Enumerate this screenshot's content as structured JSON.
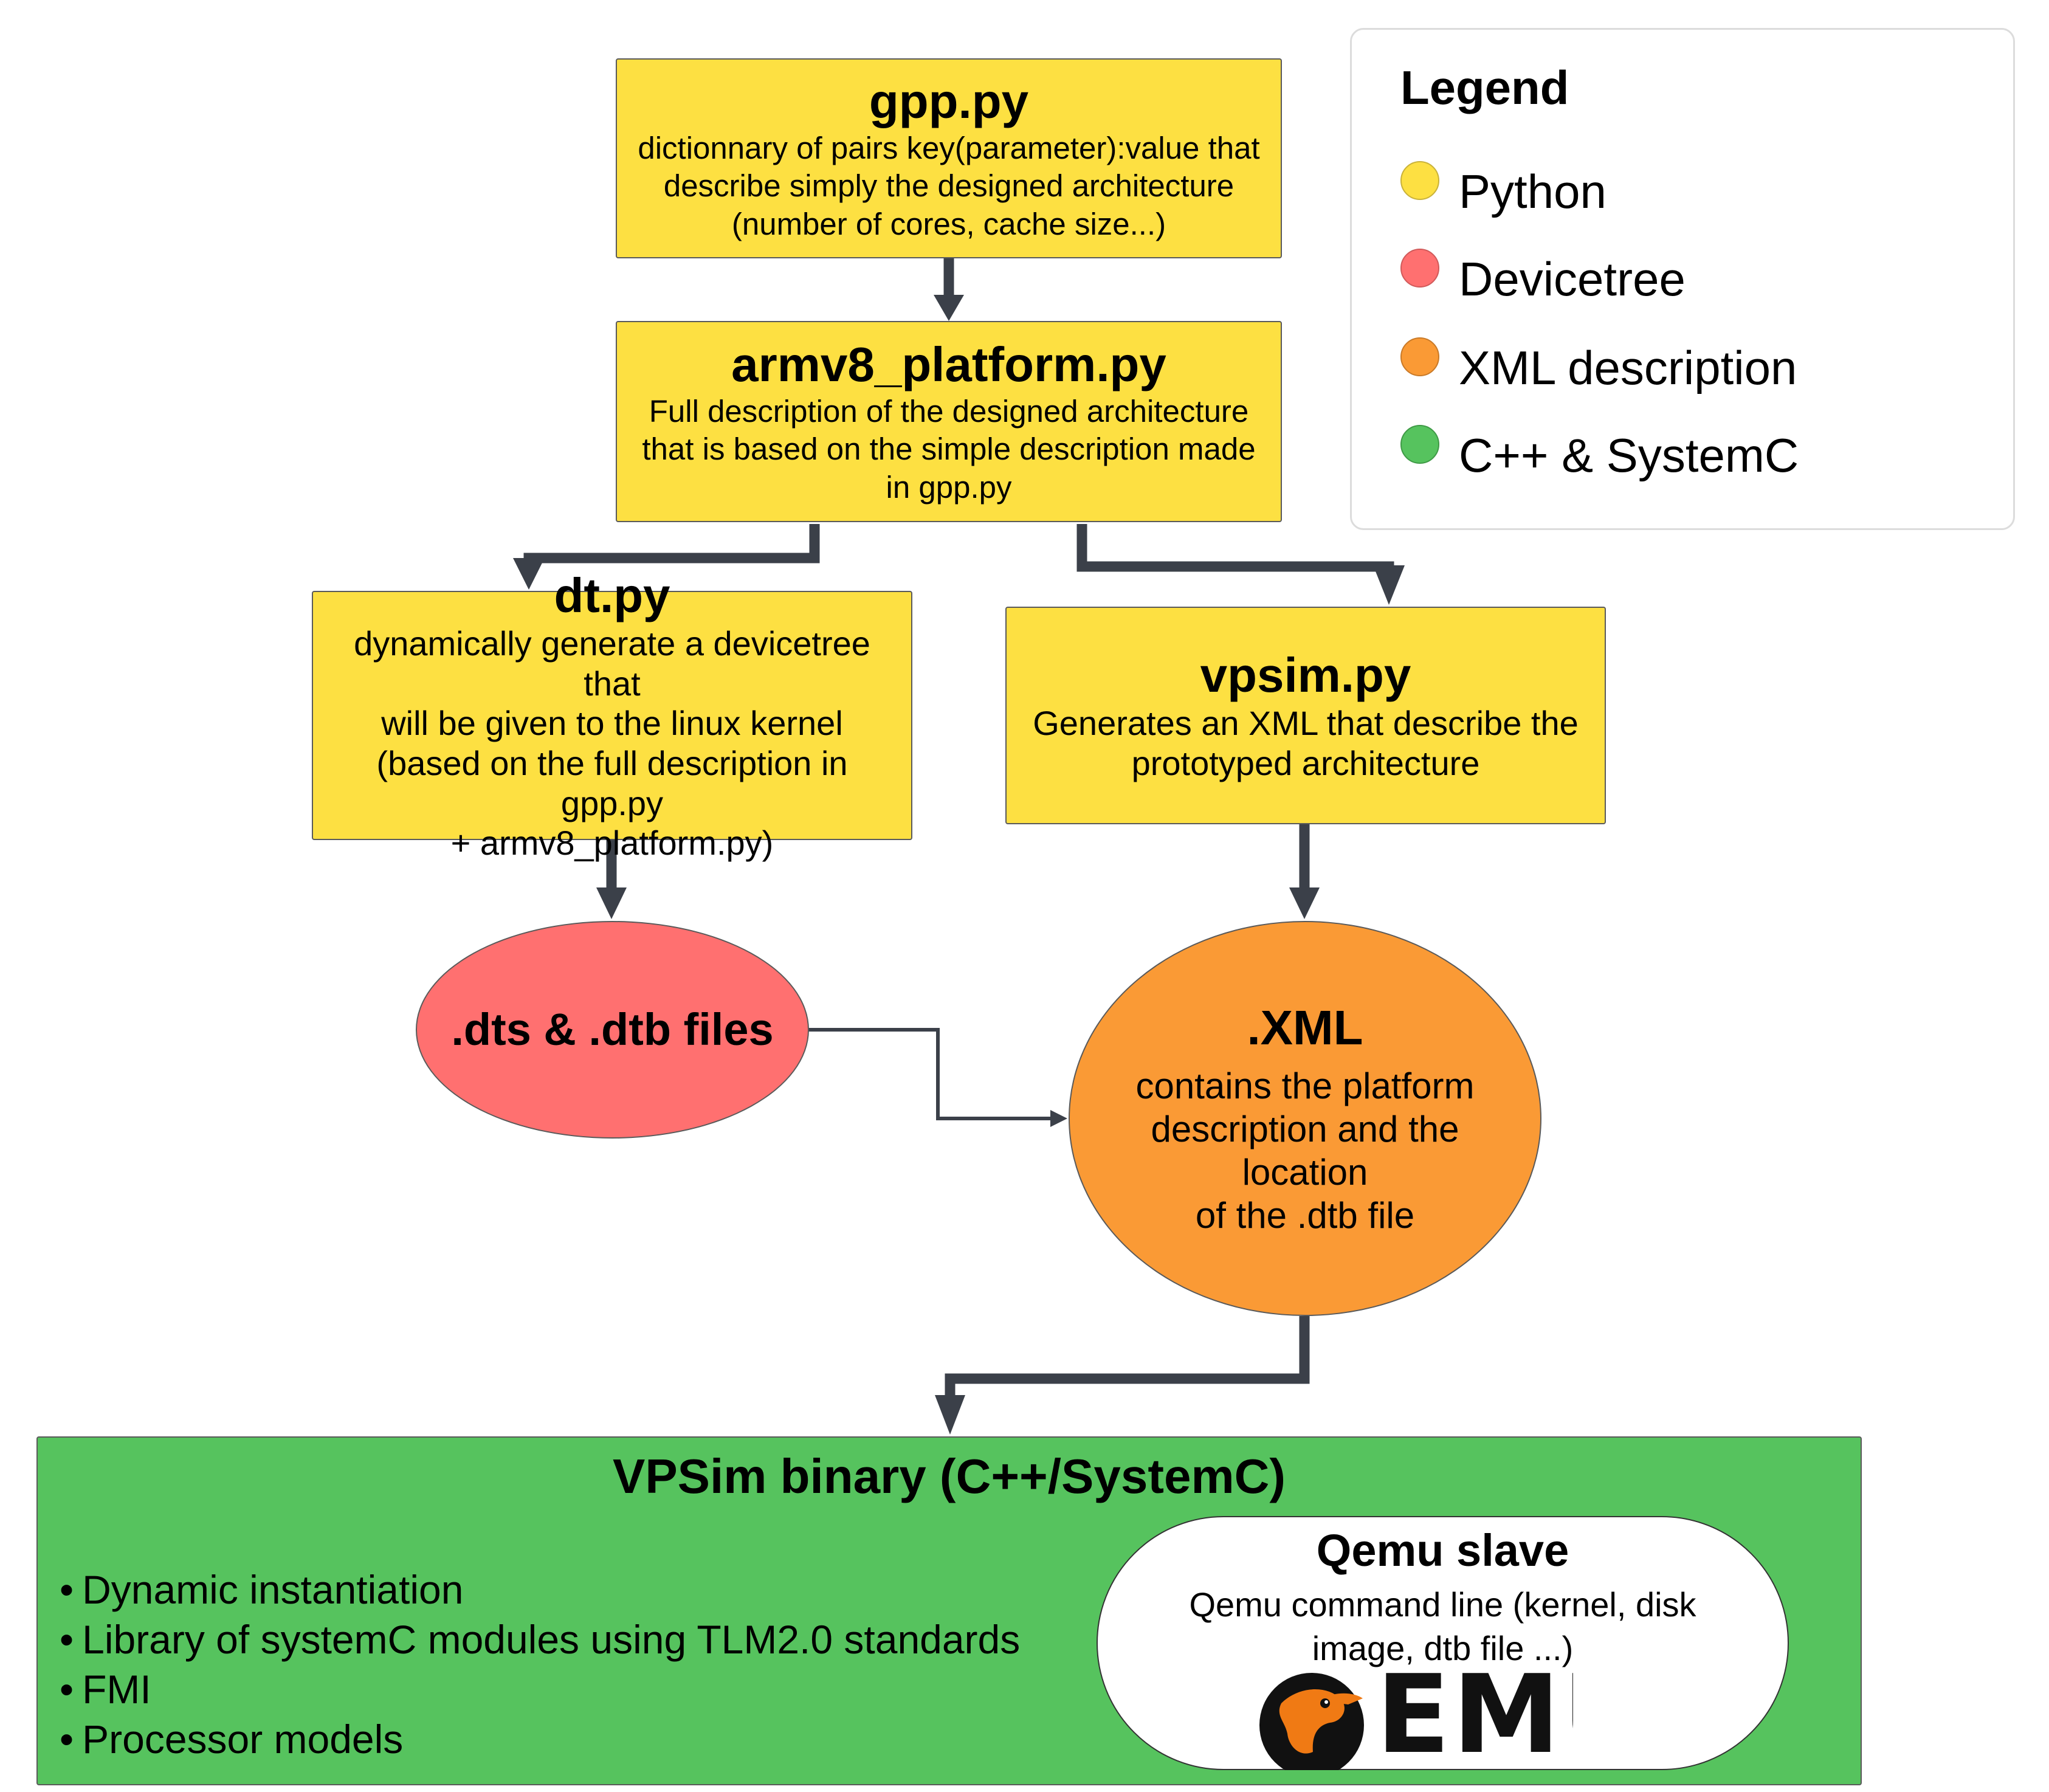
{
  "nodes": {
    "gpp": {
      "title": "gpp.py",
      "lines": [
        "dictionnary of pairs key(parameter):value that",
        "describe simply the designed architecture",
        "(number of cores, cache size...)"
      ]
    },
    "armv8": {
      "title": "armv8_platform.py",
      "lines": [
        "Full description of the designed architecture",
        "that is based on the simple description made",
        "in gpp.py"
      ]
    },
    "dt": {
      "title": "dt.py",
      "lines": [
        "dynamically generate a devicetree that",
        "will be given to the linux kernel",
        "(based on the full description in gpp.py",
        "+ armv8_platform.py)"
      ]
    },
    "vpsim_py": {
      "title": "vpsim.py",
      "lines": [
        "Generates an XML that describe the",
        "prototyped architecture"
      ]
    },
    "dts": {
      "title": ".dts & .dtb files"
    },
    "xml": {
      "title": ".XML",
      "lines": [
        "contains the platform",
        "description and the location",
        "of the .dtb file"
      ]
    },
    "vpsim_bin": {
      "title": "VPSim binary (C++/SystemC)",
      "bullets": [
        "Dynamic instantiation",
        "Library of systemC modules using TLM2.0 standards",
        "FMI",
        "Processor models"
      ]
    },
    "qemu": {
      "title": "Qemu slave",
      "lines": [
        "Qemu command line (kernel,  disk",
        "image, dtb file ...)"
      ],
      "logo_text": "EMU",
      "logo_name": "qemu-logo"
    }
  },
  "legend": {
    "title": "Legend",
    "items": [
      {
        "label": "Python",
        "color": "#fde042"
      },
      {
        "label": "Devicetree",
        "color": "#ff7070"
      },
      {
        "label": "XML description",
        "color": "#fa9a35"
      },
      {
        "label": "C++ & SystemC",
        "color": "#56c35e"
      }
    ]
  },
  "colors": {
    "python": "#fde042",
    "devicetree": "#ff7070",
    "xml": "#fa9a35",
    "cpp": "#56c35e",
    "connector": "#3b4049"
  }
}
